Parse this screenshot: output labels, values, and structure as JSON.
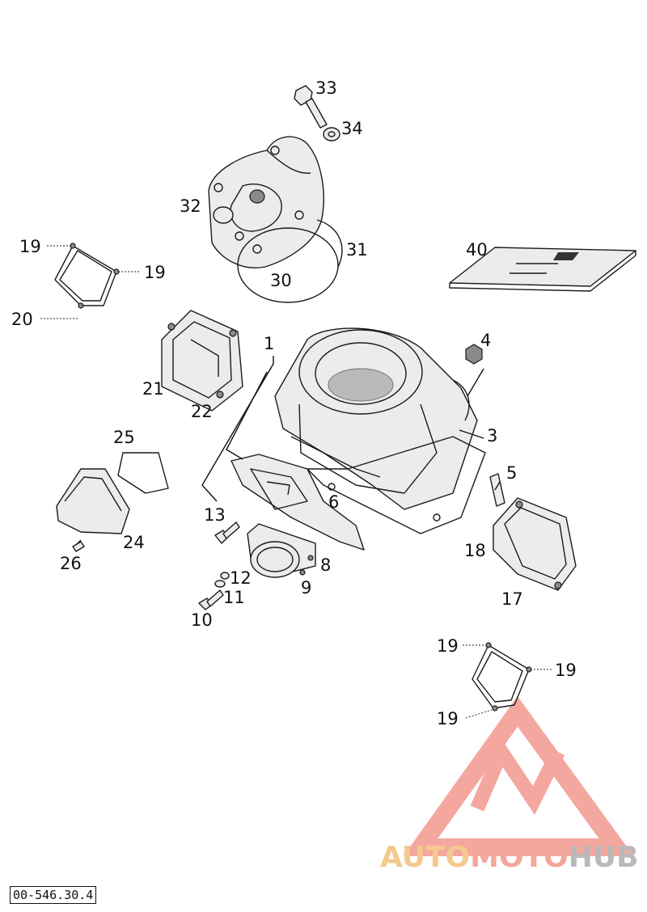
{
  "callouts": [
    {
      "id": "1",
      "label": "1"
    },
    {
      "id": "3",
      "label": "3"
    },
    {
      "id": "4",
      "label": "4"
    },
    {
      "id": "5",
      "label": "5"
    },
    {
      "id": "6",
      "label": "6"
    },
    {
      "id": "8",
      "label": "8"
    },
    {
      "id": "9",
      "label": "9"
    },
    {
      "id": "10",
      "label": "10"
    },
    {
      "id": "11",
      "label": "11"
    },
    {
      "id": "12",
      "label": "12"
    },
    {
      "id": "13",
      "label": "13"
    },
    {
      "id": "17",
      "label": "17"
    },
    {
      "id": "18",
      "label": "18"
    },
    {
      "id": "19a",
      "label": "19"
    },
    {
      "id": "19b",
      "label": "19"
    },
    {
      "id": "19c",
      "label": "19"
    },
    {
      "id": "19d",
      "label": "19"
    },
    {
      "id": "19e",
      "label": "19"
    },
    {
      "id": "20",
      "label": "20"
    },
    {
      "id": "21",
      "label": "21"
    },
    {
      "id": "22",
      "label": "22"
    },
    {
      "id": "24",
      "label": "24"
    },
    {
      "id": "25",
      "label": "25"
    },
    {
      "id": "26",
      "label": "26"
    },
    {
      "id": "30",
      "label": "30"
    },
    {
      "id": "31",
      "label": "31"
    },
    {
      "id": "32",
      "label": "32"
    },
    {
      "id": "33",
      "label": "33"
    },
    {
      "id": "34",
      "label": "34"
    },
    {
      "id": "40",
      "label": "40"
    }
  ],
  "document_ref": "00-546.30.4",
  "watermark": {
    "part1": "AUTO",
    "part2": "MOTO",
    "part3": "HUB"
  },
  "colors": {
    "watermark_red": "#f08a7e",
    "watermark_orange": "#f4c98e",
    "watermark_gray": "#b9b9b9"
  }
}
